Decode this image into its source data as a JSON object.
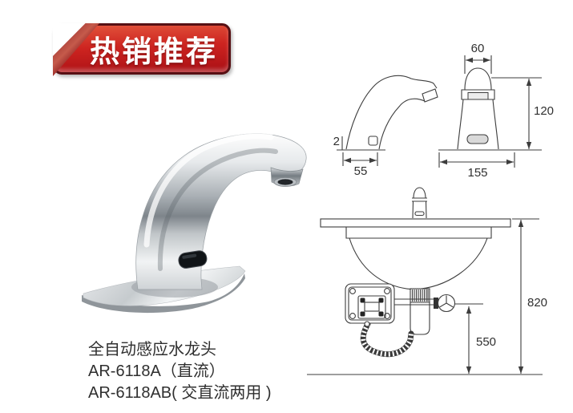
{
  "banner": {
    "label": "热销推荐"
  },
  "product_text": {
    "line1": "全自动感应水龙头",
    "line2": "AR-6118A（直流）",
    "line3": "AR-6118AB( 交直流两用 )"
  },
  "dimensions": {
    "side_view": {
      "plate_thickness": "2",
      "base_depth": "55"
    },
    "front_view": {
      "head_width": "60",
      "body_height": "120",
      "base_width": "155"
    },
    "installation": {
      "counter_height": "820",
      "valve_height": "550"
    }
  },
  "colors": {
    "banner_red": "#cd2420",
    "banner_border": "#571014",
    "line_color": "#3d3d3d",
    "text_color": "#2f2f2f"
  }
}
